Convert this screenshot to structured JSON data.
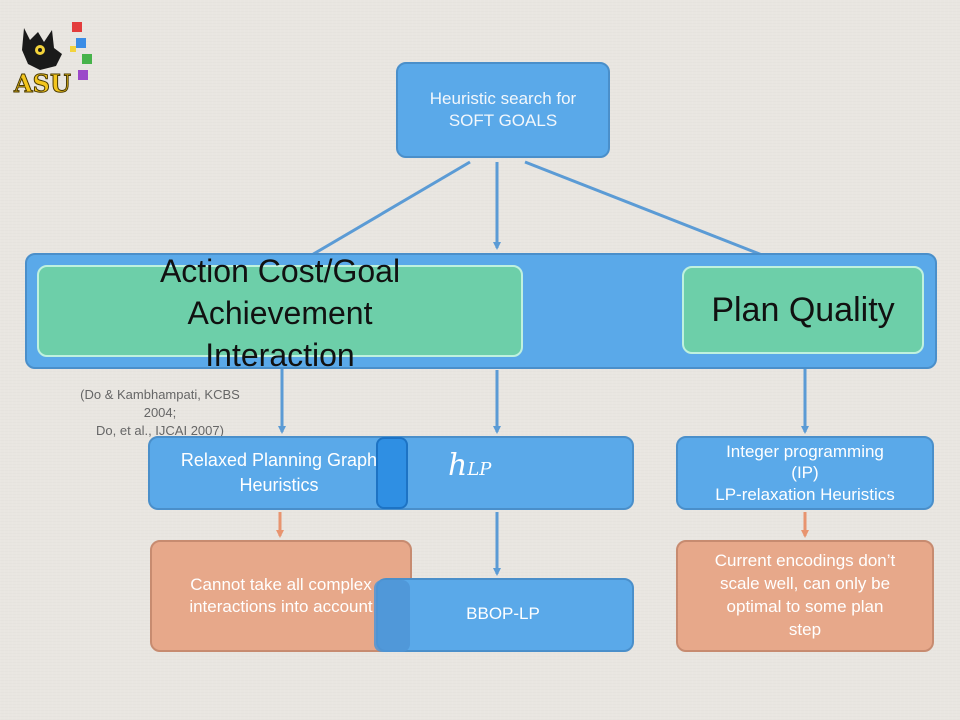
{
  "top_node": {
    "line1": "Heuristic search for",
    "line2": "SOFT GOALS"
  },
  "band": {
    "left_label": {
      "line1": "Action Cost/Goal",
      "line2": "Achievement",
      "line3": "Interaction"
    },
    "right_label": "Plan Quality"
  },
  "citation": {
    "line1": "(Do & Kambhampati,  KCBS",
    "line2": "2004;",
    "line3": "Do, et al., IJCAI 2007)"
  },
  "nodes": {
    "rpg": {
      "line1": "Relaxed Planning Graph",
      "line2": "Heuristics"
    },
    "hlp": {
      "base": "h",
      "sub": "LP"
    },
    "ip": {
      "line1": "Integer programming",
      "line2": "(IP)",
      "line3": "LP-relaxation Heuristics"
    },
    "limit_left": {
      "line1": "Cannot take all complex",
      "line2": "interactions into account"
    },
    "bbop": "BBOP-LP",
    "limit_right": {
      "line1": "Current encodings don’t",
      "line2": "scale well, can only be",
      "line3": "optimal to some plan",
      "line4": "step"
    }
  },
  "colors": {
    "blue": "#5aa9e9",
    "green": "#6dcfa9",
    "orange": "#e7a88a",
    "highlight_blue": "#2f8fe3",
    "arrow_blue": "#5b9bd5",
    "arrow_orange": "#e8946f"
  },
  "logo": {
    "text": "ASU"
  }
}
